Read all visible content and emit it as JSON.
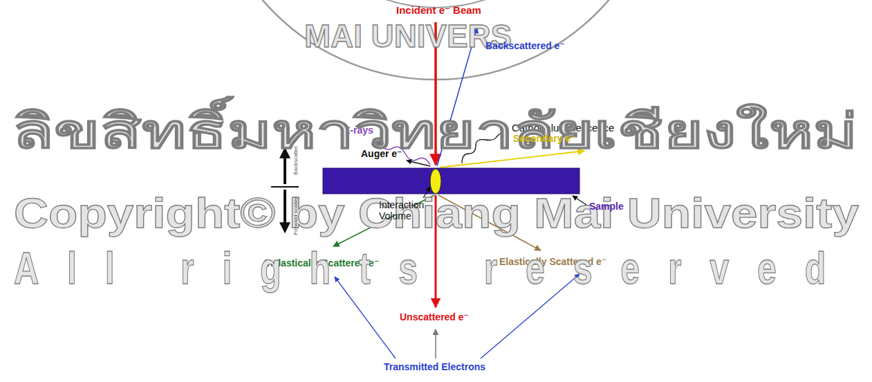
{
  "diagram": {
    "labels": [
      "MAI UNIVERS",
      "Incident e⁻ Beam",
      "Backscattered e⁻",
      "X-rays",
      "Cathodaluminescence",
      "ลิขสิทธิ์มหาวิทยาลัยเชียงใหม่",
      "Backscatter",
      "Auger e⁻",
      "Secondary e⁻",
      "Copyright© by Chiang Mai University",
      "Interaction Volume",
      "Sample",
      "Forward scatter",
      "Inelastically Scattered e⁻",
      "Elastically Scattered e⁻",
      "All rights reserved",
      "Unscattered e⁻",
      "Transmitted Electrons"
    ]
  }
}
